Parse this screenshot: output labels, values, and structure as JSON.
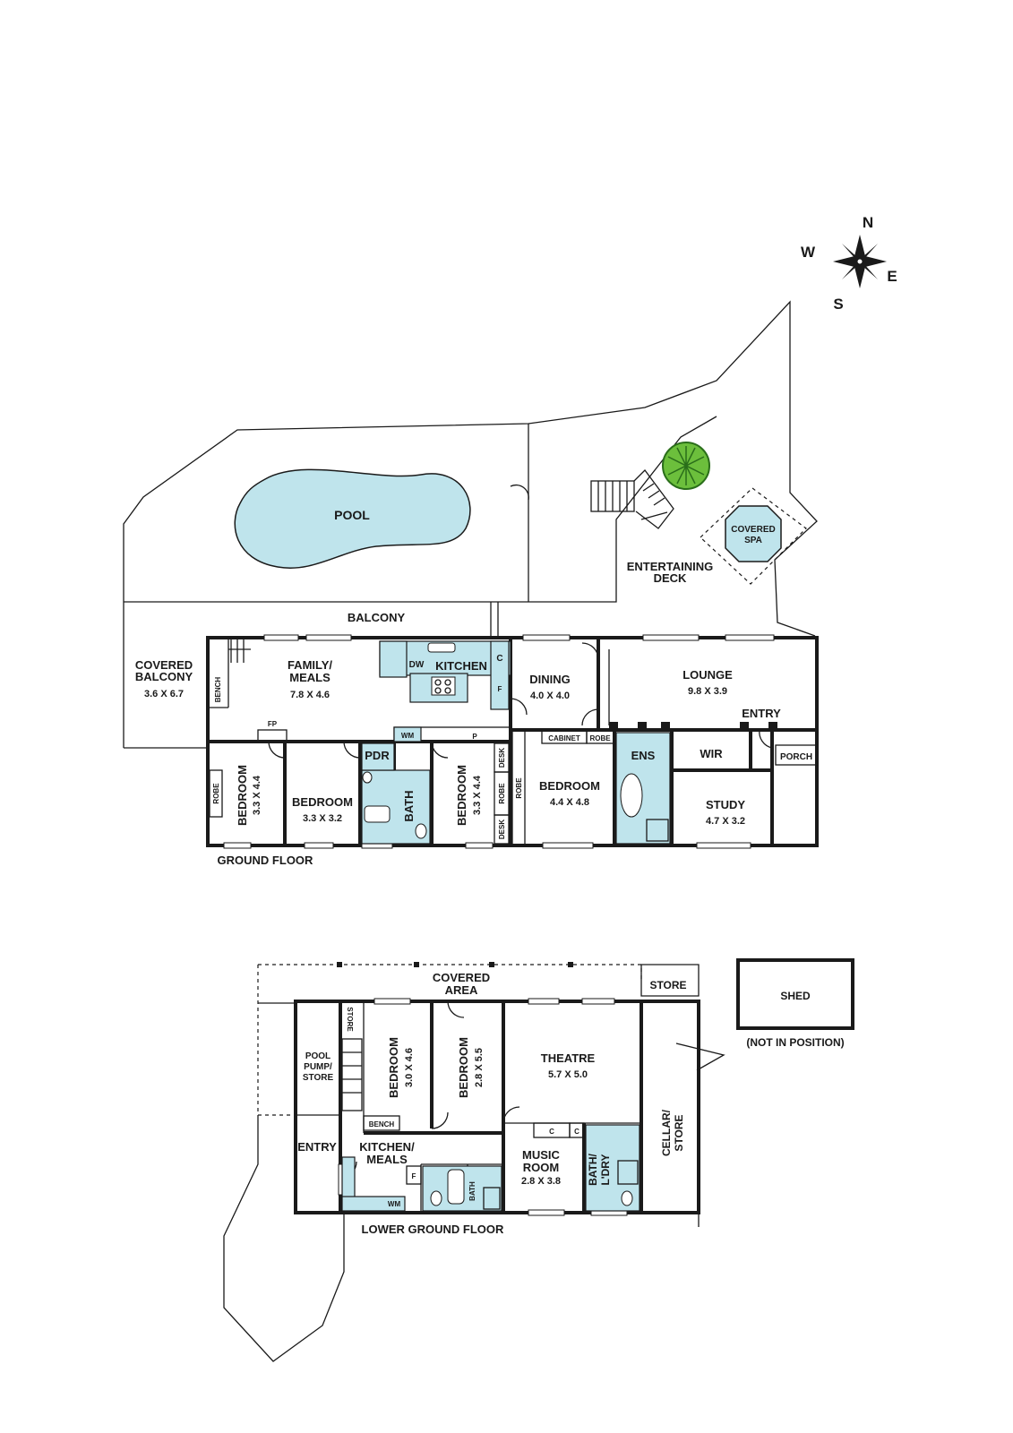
{
  "compass": {
    "n": "N",
    "s": "S",
    "e": "E",
    "w": "W"
  },
  "outdoor": {
    "pool": "POOL",
    "covered_spa": [
      "COVERED",
      "SPA"
    ],
    "entertaining_deck": [
      "ENTERTAINING",
      "DECK"
    ],
    "balcony": "BALCONY",
    "covered_balcony": {
      "name": [
        "COVERED",
        "BALCONY"
      ],
      "dim": "3.6 X 6.7"
    }
  },
  "ground_floor": {
    "title": "GROUND FLOOR",
    "family_meals": {
      "name": [
        "FAMILY/",
        "MEALS"
      ],
      "dim": "7.8 X 4.6"
    },
    "kitchen": "KITCHEN",
    "dw": "DW",
    "c": "C",
    "f": "F",
    "p": "P",
    "wm": "WM",
    "fp": "FP",
    "bench": "BENCH",
    "dining": {
      "name": "DINING",
      "dim": "4.0 X 4.0"
    },
    "lounge": {
      "name": "LOUNGE",
      "dim": "9.8 X 3.9"
    },
    "entry": "ENTRY",
    "porch": "PORCH",
    "cabinet": "CABINET",
    "robe": "ROBE",
    "ens": "ENS",
    "wir": "WIR",
    "study": {
      "name": "STUDY",
      "dim": "4.7 X 3.2"
    },
    "bedroom1": {
      "name": "BEDROOM",
      "dim": "3.3 X 4.4"
    },
    "bedroom2": {
      "name": "BEDROOM",
      "dim": "3.3 X 3.2"
    },
    "pdr": "PDR",
    "bath": "BATH",
    "bedroom3": {
      "name": "BEDROOM",
      "dim": "3.3 X 4.4"
    },
    "desk": "DESK",
    "bedroom4": {
      "name": "BEDROOM",
      "dim": "4.4 X 4.8"
    }
  },
  "lower_floor": {
    "title": "LOWER GROUND FLOOR",
    "covered_area": [
      "COVERED",
      "AREA"
    ],
    "store": "STORE",
    "shed": "SHED",
    "shed_note": "(NOT IN POSITION)",
    "pool_pump": [
      "POOL",
      "PUMP/",
      "STORE"
    ],
    "bedroom_a": {
      "name": "BEDROOM",
      "dim": "3.0 X 4.6"
    },
    "bedroom_b": {
      "name": "BEDROOM",
      "dim": "2.8 X 5.5"
    },
    "theatre": {
      "name": "THEATRE",
      "dim": "5.7 X 5.0"
    },
    "cellar": [
      "CELLAR/",
      "STORE"
    ],
    "entry": "ENTRY",
    "kitchen_meals": [
      "KITCHEN/",
      "MEALS"
    ],
    "bench": "BENCH",
    "c": "C",
    "f": "F",
    "wm": "WM",
    "bath": "BATH",
    "music_room": {
      "name": [
        "MUSIC",
        "ROOM"
      ],
      "dim": "2.8 X 3.8"
    },
    "bath_ldry": [
      "BATH/",
      "L'DRY"
    ]
  }
}
